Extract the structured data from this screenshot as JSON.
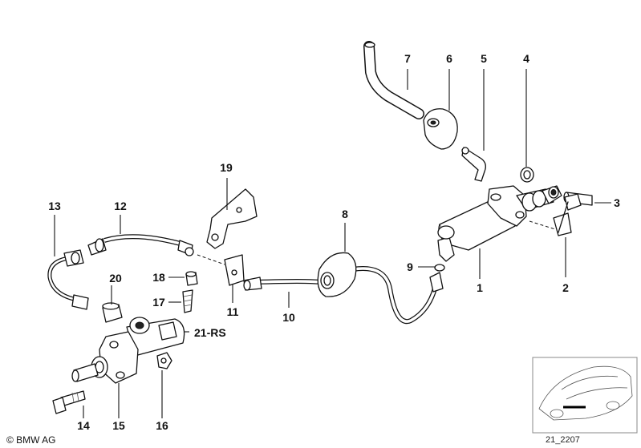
{
  "callouts": [
    {
      "id": "c1",
      "text": "1"
    },
    {
      "id": "c2",
      "text": "2"
    },
    {
      "id": "c3",
      "text": "3"
    },
    {
      "id": "c4",
      "text": "4"
    },
    {
      "id": "c5",
      "text": "5"
    },
    {
      "id": "c6",
      "text": "6"
    },
    {
      "id": "c7",
      "text": "7"
    },
    {
      "id": "c8",
      "text": "8"
    },
    {
      "id": "c9",
      "text": "9"
    },
    {
      "id": "c10",
      "text": "10"
    },
    {
      "id": "c11",
      "text": "11"
    },
    {
      "id": "c12",
      "text": "12"
    },
    {
      "id": "c13",
      "text": "13"
    },
    {
      "id": "c14",
      "text": "14"
    },
    {
      "id": "c15",
      "text": "15"
    },
    {
      "id": "c16",
      "text": "16"
    },
    {
      "id": "c17",
      "text": "17"
    },
    {
      "id": "c18",
      "text": "18"
    },
    {
      "id": "c19",
      "text": "19"
    },
    {
      "id": "c20",
      "text": "20"
    },
    {
      "id": "c21",
      "text": "21-RS"
    }
  ],
  "copyright": "© BMW AG",
  "diagram_code": "21_2207"
}
